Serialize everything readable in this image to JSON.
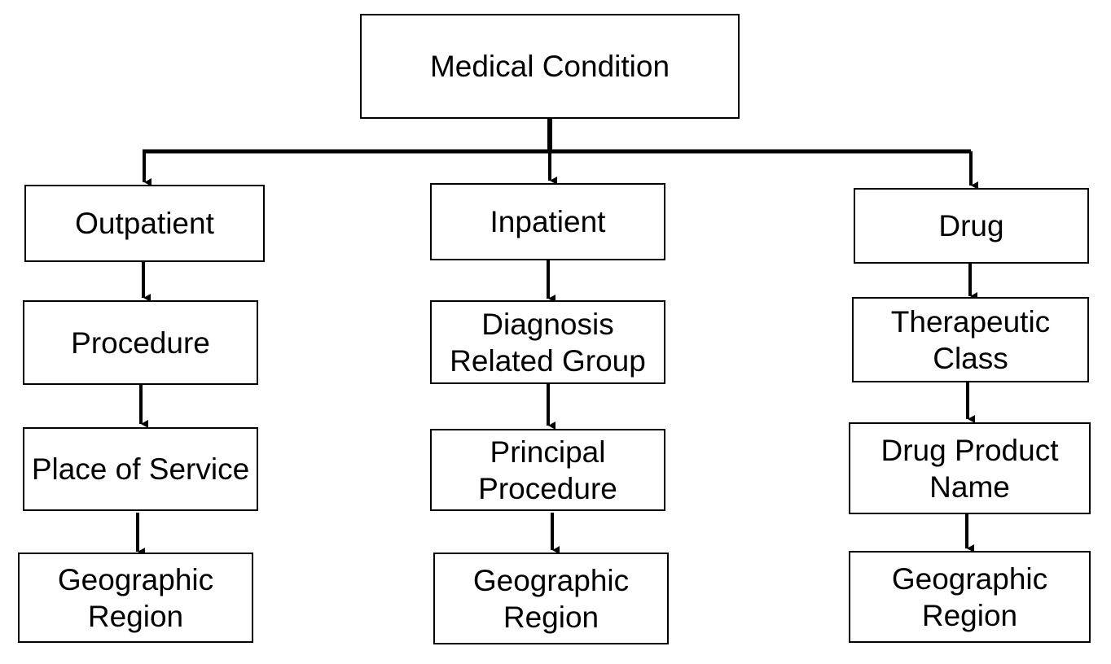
{
  "diagram": {
    "root": "Medical Condition",
    "columns": [
      {
        "category": "Outpatient",
        "levels": [
          "Procedure",
          "Place of Service",
          "Geographic\nRegion"
        ]
      },
      {
        "category": "Inpatient",
        "levels": [
          "Diagnosis\nRelated Group",
          "Principal\nProcedure",
          "Geographic\nRegion"
        ]
      },
      {
        "category": "Drug",
        "levels": [
          "Therapeutic\nClass",
          "Drug Product\nName",
          "Geographic\nRegion"
        ]
      }
    ]
  },
  "colors": {
    "line": "#000000",
    "box_border": "#000000",
    "background": "#ffffff"
  }
}
